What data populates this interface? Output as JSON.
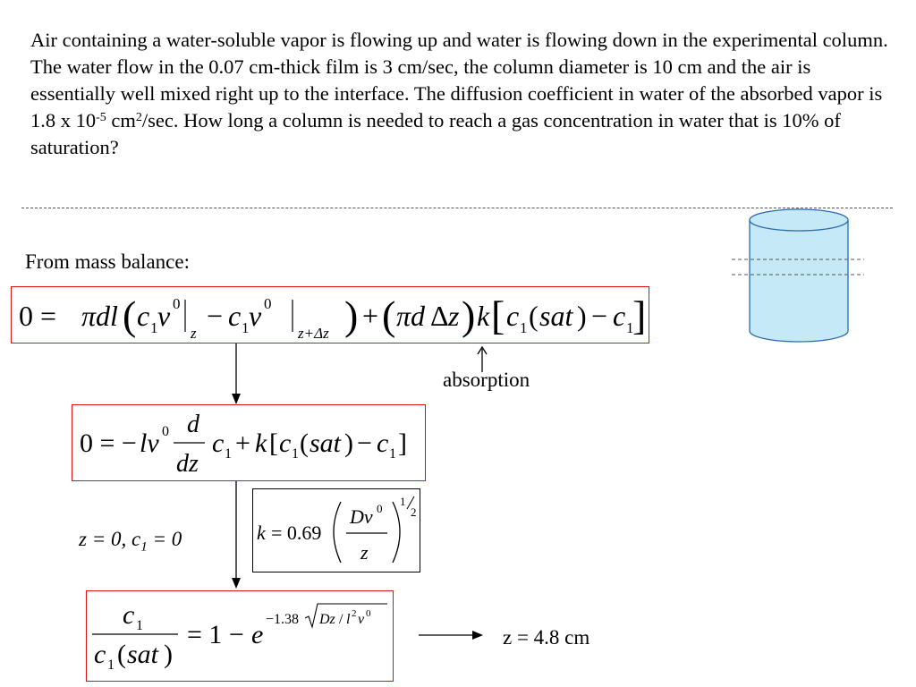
{
  "problem": {
    "t1": "Air containing a water-soluble vapor is flowing up and water is flowing down in the experimental column. The water flow in the 0.07 cm-thick film is 3 cm/sec, the column diameter is 10 cm and the air is essentially well mixed right up to the interface. The diffusion coefficient in water of the absorbed vapor is 1.8 x 10",
    "exp1": "-5",
    "t2": " cm",
    "exp2": "2",
    "t3": "/sec. How long a column is needed to reach a gas concentration in water that is 10% of saturation?"
  },
  "mass_balance_label": "From mass balance:",
  "absorption_label": "absorption",
  "boundary": {
    "p1": "z = 0, c",
    "sub": "1",
    "p2": " = 0"
  },
  "result": "z = 4.8 cm",
  "colors": {
    "box_border": "#e01010",
    "cylinder_fill": "#c5e9f7",
    "cylinder_stroke": "#2b6cb0"
  }
}
